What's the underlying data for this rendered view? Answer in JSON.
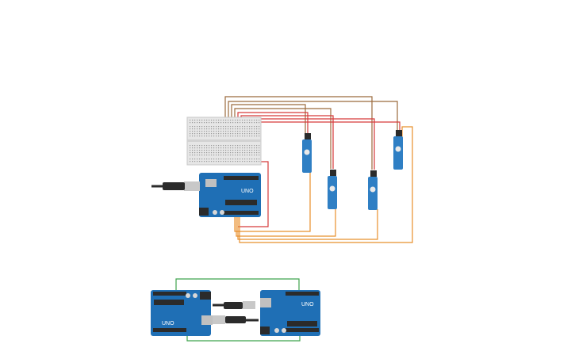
{
  "board_label": "UNO",
  "colors": {
    "board": "#1f6fb5",
    "board_dark": "#174f80",
    "breadboard": "#e6e6e6",
    "servo": "#2f7fc4",
    "wire_brown": "#9b6a3c",
    "wire_red": "#d63a3a",
    "wire_orange": "#e8902c",
    "wire_green": "#3fa34d",
    "connector": "#2b2b2b"
  },
  "components": {
    "arduino_count": 3,
    "servo_count": 4,
    "breadboard_count": 1,
    "usb_plug_count": 3
  }
}
